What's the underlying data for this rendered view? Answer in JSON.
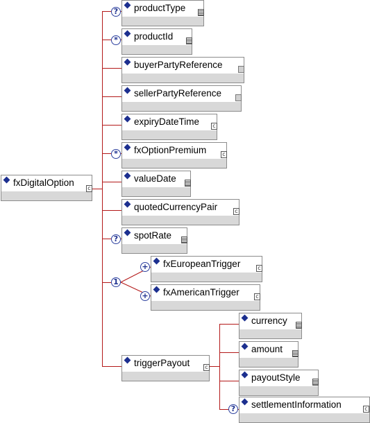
{
  "diagram": {
    "root": {
      "label": "fxDigitalOption",
      "badge": "c"
    },
    "children": [
      {
        "label": "productType",
        "marker": "?",
        "badge": "lines"
      },
      {
        "label": "productId",
        "marker": "*",
        "badge": "lines"
      },
      {
        "label": "buyerPartyReference",
        "marker": "",
        "badge": "box"
      },
      {
        "label": "sellerPartyReference",
        "marker": "",
        "badge": "box"
      },
      {
        "label": "expiryDateTime",
        "marker": "",
        "badge": "c"
      },
      {
        "label": "fxOptionPremium",
        "marker": "*",
        "badge": "c"
      },
      {
        "label": "valueDate",
        "marker": "",
        "badge": "lines"
      },
      {
        "label": "quotedCurrencyPair",
        "marker": "",
        "badge": "c"
      },
      {
        "label": "spotRate",
        "marker": "?",
        "badge": "lines"
      }
    ],
    "choice": {
      "marker": "1",
      "options": [
        {
          "label": "fxEuropeanTrigger",
          "marker": "+",
          "badge": "c"
        },
        {
          "label": "fxAmericanTrigger",
          "marker": "+",
          "badge": "c"
        }
      ]
    },
    "triggerPayout": {
      "label": "triggerPayout",
      "badge": "c",
      "children": [
        {
          "label": "currency",
          "marker": "",
          "badge": "lines"
        },
        {
          "label": "amount",
          "marker": "",
          "badge": "lines"
        },
        {
          "label": "payoutStyle",
          "marker": "",
          "badge": "lines"
        },
        {
          "label": "settlementInformation",
          "marker": "?",
          "badge": "c"
        }
      ]
    },
    "colors": {
      "connector": "#b31818",
      "diamond": "#1c2f8f",
      "marker": "#2b3f9e"
    }
  }
}
